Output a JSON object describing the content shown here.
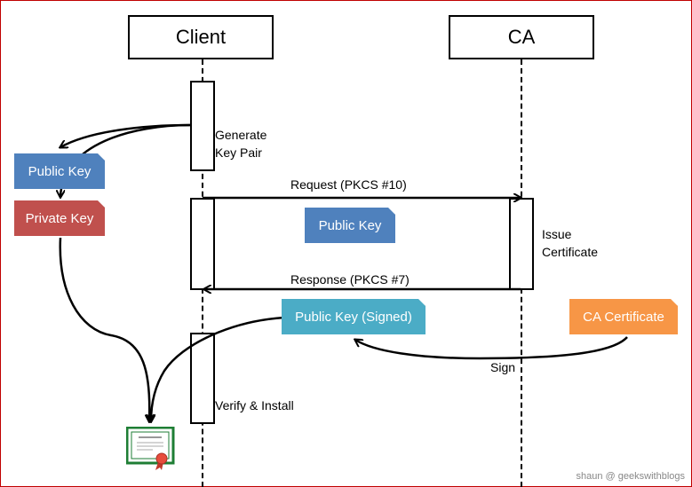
{
  "actors": {
    "client": "Client",
    "ca": "CA"
  },
  "steps": {
    "generate_line1": "Generate",
    "generate_line2": "Key Pair",
    "request": "Request (PKCS #10)",
    "response": "Response (PKCS #7)",
    "issue_line1": "Issue",
    "issue_line2": "Certificate",
    "sign": "Sign",
    "verify": "Verify & Install"
  },
  "notes": {
    "public_key": "Public Key",
    "private_key": "Private Key",
    "request_public_key": "Public Key",
    "signed_public_key": "Public Key (Signed)",
    "ca_certificate": "CA Certificate"
  },
  "colors": {
    "public_key": "#4f81bd",
    "private_key": "#c0504d",
    "signed_key": "#4bacc6",
    "ca_certificate": "#f79646",
    "frame": "#c00000"
  },
  "icons": {
    "certificate": "certificate-icon"
  },
  "footer": {
    "credit": "shaun @ geekswithblogs"
  }
}
